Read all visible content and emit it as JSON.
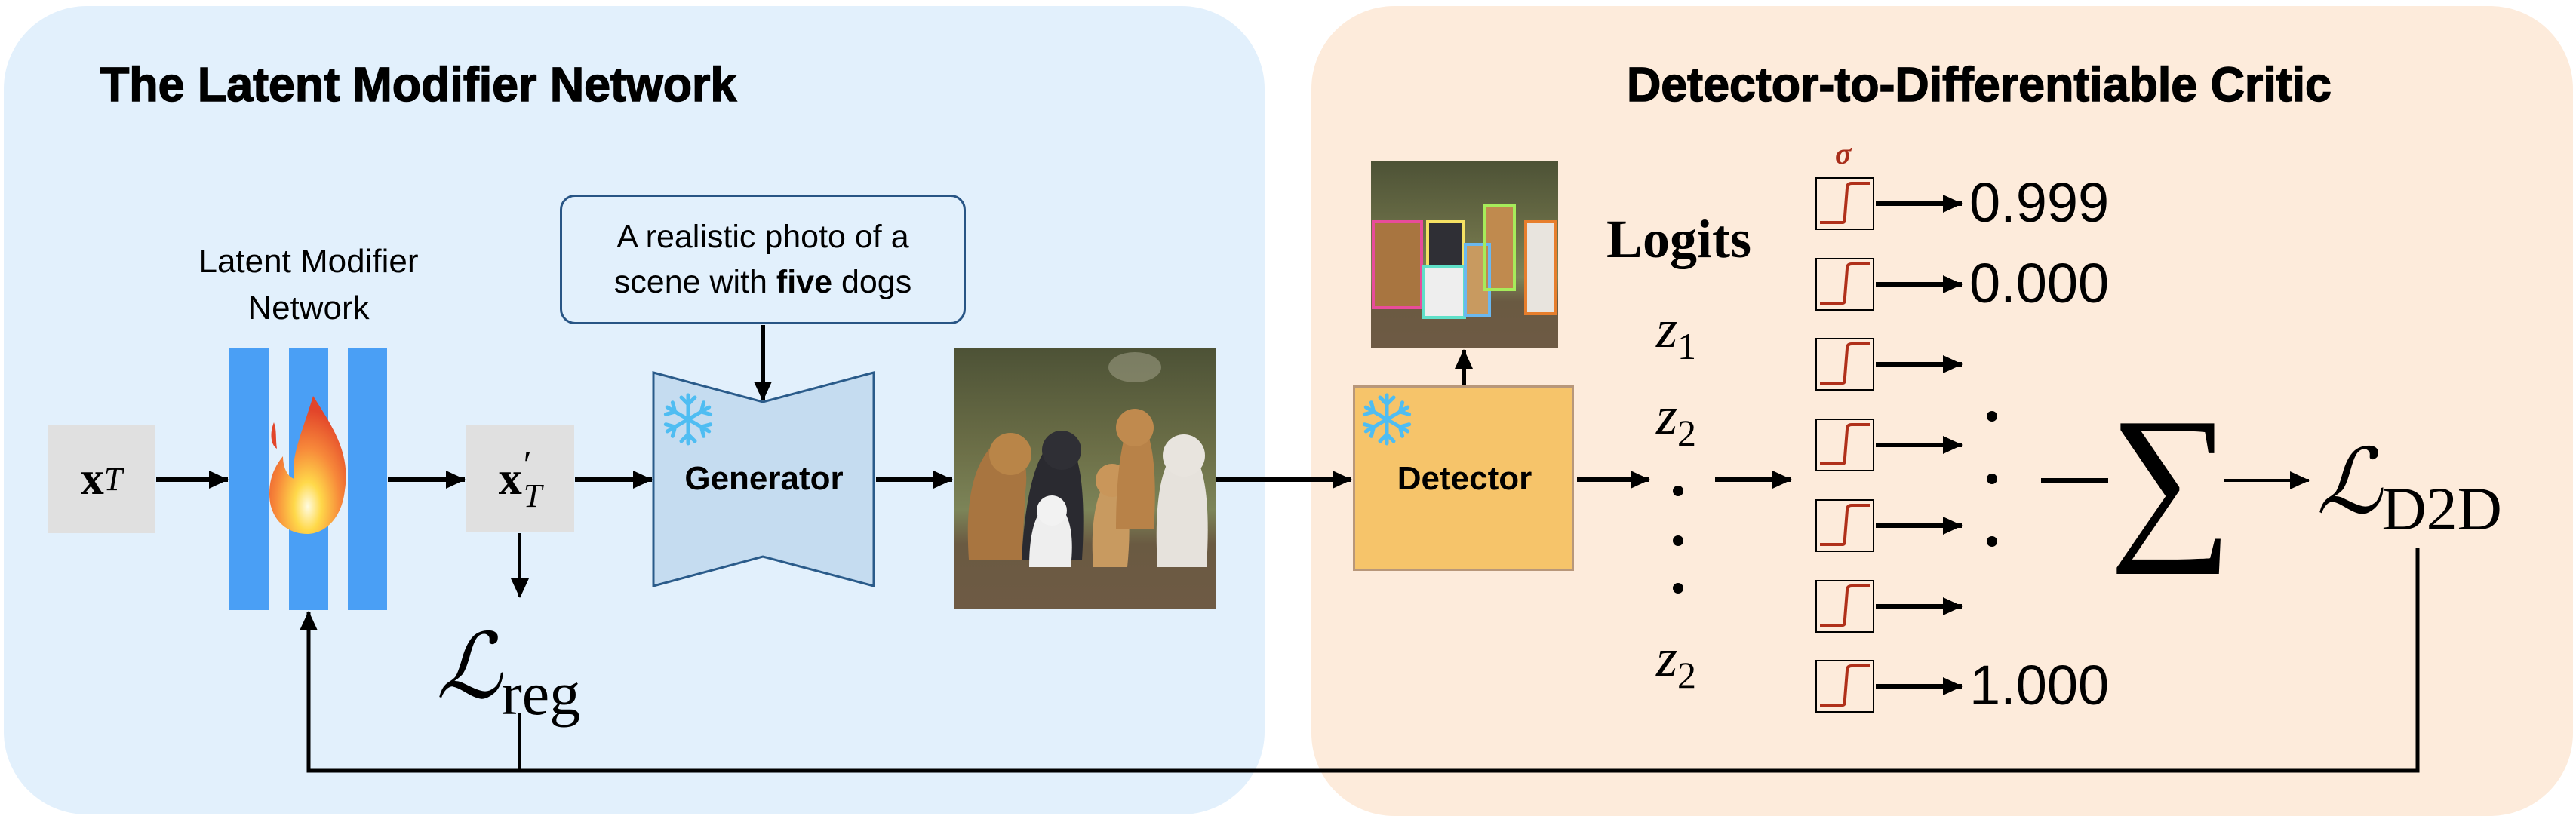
{
  "left_panel": {
    "title": "The Latent Modifier Network",
    "network_label_line1": "Latent Modifier",
    "network_label_line2": "Network",
    "input_latent": {
      "symbol": "x",
      "subscript": "T"
    },
    "modified_latent": {
      "symbol": "x",
      "prime": "′",
      "subscript": "T"
    },
    "prompt": {
      "line1": "A realistic photo of a",
      "line2_before": "scene with ",
      "line2_bold": "five",
      "line2_after": " dogs"
    },
    "generator_label": "Generator",
    "reg_loss": {
      "symbol": "ℒ",
      "subscript": "reg"
    },
    "icons": {
      "network": "fire-icon",
      "generator": "snowflake-icon"
    },
    "colors": {
      "panel": "#e2f0fc",
      "bars": "#4a9ff5",
      "generator_fill": "#c5dcf0",
      "generator_border": "#2a5b8a",
      "latent_box": "#e0e0e0"
    }
  },
  "right_panel": {
    "title": "Detector-to-Differentiable Critic",
    "detector_label": "Detector",
    "logits_label": "Logits",
    "logits": [
      {
        "symbol": "z",
        "subscript": "1"
      },
      {
        "symbol": "z",
        "subscript": "2"
      },
      {
        "symbol": "z",
        "subscript": "2"
      }
    ],
    "sigma_label": "σ",
    "sigmoid_count": 7,
    "outputs": [
      "0.999",
      "0.000",
      "",
      "",
      "",
      "",
      "1.000"
    ],
    "sum_symbol": "∑",
    "d2d_loss": {
      "symbol": "ℒ",
      "subscript": "D2D"
    },
    "bbox_colors": [
      "#e84c9a",
      "#f5e163",
      "#5fe0c8",
      "#6ab8f0",
      "#a6ec5a",
      "#e77e2c"
    ],
    "colors": {
      "panel": "#fdebdb",
      "detector_fill": "#f6c46a",
      "detector_border": "#b8977a",
      "sigmoid_curve": "#b0301a",
      "sigma": "#a82d1a"
    }
  }
}
